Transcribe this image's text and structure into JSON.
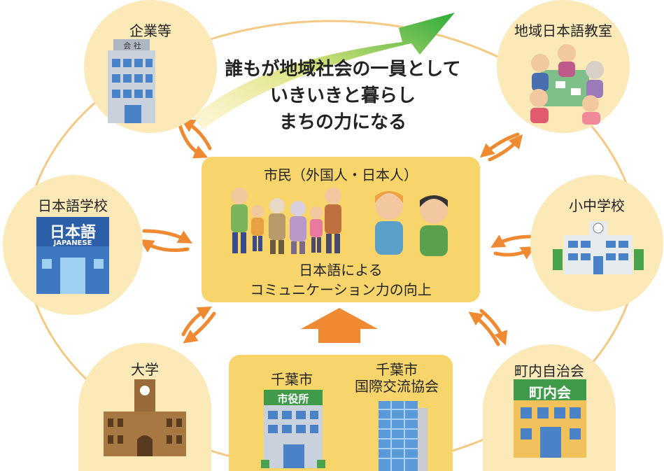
{
  "slogan": {
    "line1": "誰もが地域社会の一員として",
    "line2": "いきいきと暮らし",
    "line3": "まちの力になる"
  },
  "center": {
    "title": "市民（外国人・日本人）",
    "subtitle_line1": "日本語による",
    "subtitle_line2": "コミュニケーション力の向上"
  },
  "nodes": {
    "company": {
      "label": "企業等",
      "sign": "会 社"
    },
    "classroom": {
      "label": "地域日本語教室"
    },
    "language_school": {
      "label": "日本語学校",
      "sign": "日本語",
      "sign_sub": "JAPANESE"
    },
    "elementary": {
      "label": "小中学校"
    },
    "university": {
      "label": "大学"
    },
    "neighborhood": {
      "label": "町内自治会",
      "sign": "町内会"
    }
  },
  "bottom": {
    "city": {
      "label": "千葉市",
      "sign": "市役所"
    },
    "association": {
      "label_line1": "千葉市",
      "label_line2": "国際交流協会"
    }
  },
  "colors": {
    "ring": "#f3c983",
    "node_fill": "#fbe9b8",
    "center_fill": "#f8d56a",
    "arrow": "#ef8a32",
    "up_arrow_start": "#f5e07a",
    "up_arrow_end": "#2eab3a",
    "building_blue": "#4a82c8"
  }
}
